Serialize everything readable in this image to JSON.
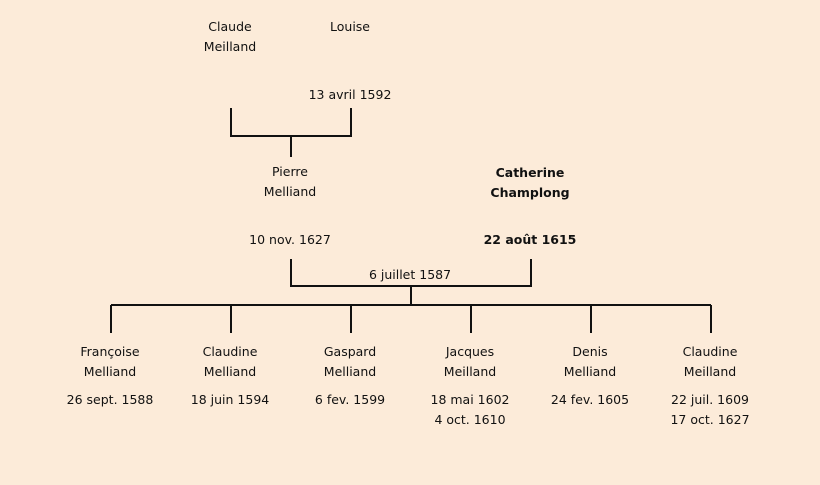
{
  "grandparents": {
    "father": {
      "first": "Claude",
      "last": "Meilland"
    },
    "mother": {
      "first": "Louise"
    },
    "date": "13 avril 1592"
  },
  "parents": {
    "father": {
      "first": "Pierre",
      "last": "Melliand",
      "date": "10 nov. 1627"
    },
    "mother": {
      "first": "Catherine",
      "last": "Champlong",
      "date": "22 août 1615"
    },
    "marriage": "6 juillet 1587"
  },
  "children": [
    {
      "first": "Françoise",
      "last": "Melliand",
      "date1": "26 sept. 1588",
      "date2": ""
    },
    {
      "first": "Claudine",
      "last": "Melliand",
      "date1": "18 juin 1594",
      "date2": ""
    },
    {
      "first": "Gaspard",
      "last": "Melliand",
      "date1": "6 fev. 1599",
      "date2": ""
    },
    {
      "first": "Jacques",
      "last": "Meilland",
      "date1": "18 mai 1602",
      "date2": "4 oct. 1610"
    },
    {
      "first": "Denis",
      "last": "Melliand",
      "date1": "24 fev. 1605",
      "date2": ""
    },
    {
      "first": "Claudine",
      "last": "Meilland",
      "date1": "22 juil. 1609",
      "date2": "17 oct. 1627"
    }
  ]
}
